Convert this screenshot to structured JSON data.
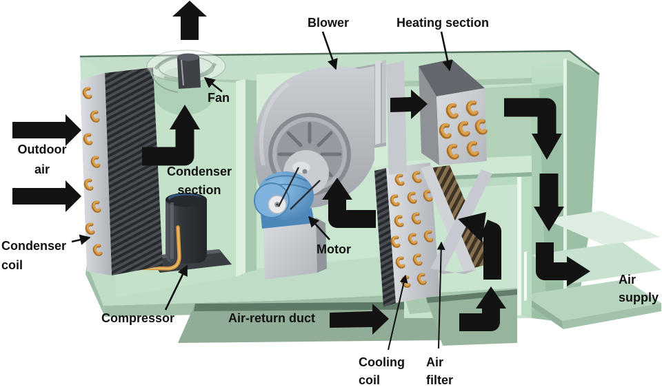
{
  "diagram": {
    "type": "cutaway-illustration",
    "subject": "Packaged HVAC air-handling unit with condenser, blower, heating and cooling sections",
    "labels": {
      "blower": "Blower",
      "heating_section": "Heating section",
      "fan": "Fan",
      "outdoor_air": "Outdoor air",
      "condenser_section": "Condenser section",
      "condenser_coil": "Condenser coil",
      "compressor": "Compressor",
      "motor": "Motor",
      "air_return_duct": "Air-return duct",
      "cooling_coil": "Cooling coil",
      "air_filter": "Air filter",
      "air_supply": "Air supply"
    },
    "flow_arrows": [
      "exhaust-air-up-arrow",
      "outdoor-air-upper-arrow",
      "outdoor-air-lower-arrow",
      "condenser-air-up-elbow-arrow",
      "blower-intake-up-elbow-arrow",
      "blower-to-heating-arrow",
      "heating-to-supply-duct-elbow-arrow",
      "supply-duct-down-arrow",
      "supply-out-elbow-arrow",
      "return-riser-up-elbow-arrow",
      "return-through-filter-elbow-arrow",
      "air-return-duct-flow-arrow"
    ]
  },
  "colors": {
    "background": "#ffffff",
    "arrow": "#121212",
    "label_text": "#111111",
    "cabinet_green": "#c7e2cc",
    "cabinet_green_dark": "#9cc0a5",
    "duct_green": "#92ad97",
    "metal_light": "#d4d7db",
    "metal_mid": "#b3b7bd",
    "metal_dark": "#63666c",
    "coil_orange": "#d79a42",
    "motor_blue": "#5d9bd3",
    "compressor_dark": "#3a3d41"
  }
}
